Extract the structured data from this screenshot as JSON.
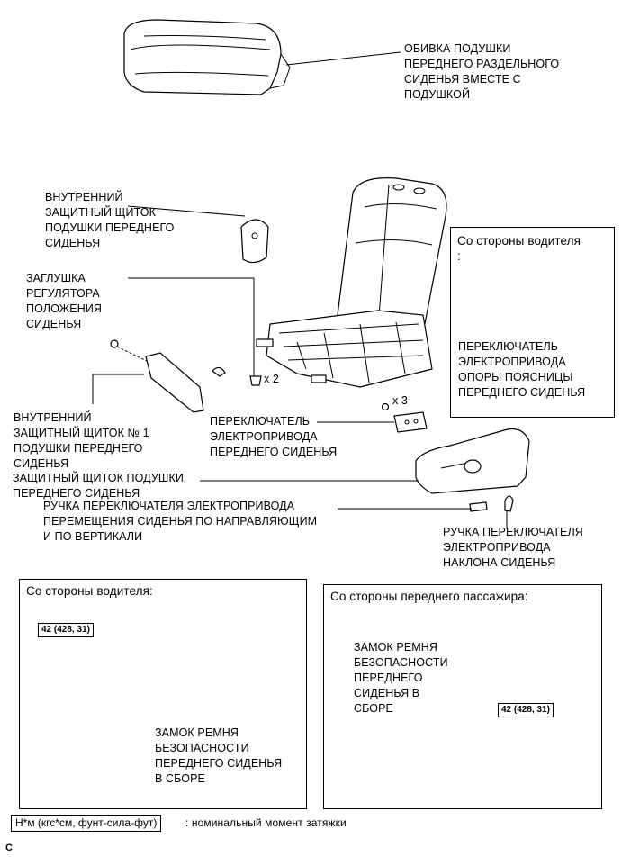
{
  "labels": {
    "seat_cushion_cover": "ОБИВКА ПОДУШКИ\nПЕРЕДНЕГО РАЗДЕЛЬНОГО\nСИДЕНЬЯ ВМЕСТЕ С\nПОДУШКОЙ",
    "inner_shield": "ВНУТРЕННИЙ\nЗАЩИТНЫЙ ЩИТОК\nПОДУШКИ ПЕРЕДНЕГО\nСИДЕНЬЯ",
    "adjuster_cap": "ЗАГЛУШКА\nРЕГУЛЯТОРА\nПОЛОЖЕНИЯ\nСИДЕНЬЯ",
    "inner_shield_no1": "ВНУТРЕННИЙ\nЗАЩИТНЫЙ ЩИТОК № 1\nПОДУШКИ ПЕРЕДНЕГО\nСИДЕНЬЯ",
    "power_seat_switch": "ПЕРЕКЛЮЧАТЕЛЬ\nЭЛЕКТРОПРИВОДА\nПЕРЕДНЕГО СИДЕНЬЯ",
    "cushion_shield": "ЗАЩИТНЫЙ ЩИТОК ПОДУШКИ\nПЕРЕДНЕГО СИДЕНЬЯ",
    "slide_vertical_knob": "РУЧКА ПЕРЕКЛЮЧАТЕЛЯ ЭЛЕКТРОПРИВОДА\nПЕРЕМЕЩЕНИЯ СИДЕНЬЯ ПО НАПРАВЛЯЮЩИМ\nИ ПО ВЕРТИКАЛИ",
    "recline_knob": "РУЧКА ПЕРЕКЛЮЧАТЕЛЯ\nЭЛЕКТРОПРИВОДА\nНАКЛОНА СИДЕНЬЯ",
    "qty_x2": "x 2",
    "qty_x3": "x 3"
  },
  "lumbar_box": {
    "title": "Со стороны водителя\n:",
    "label": "ПЕРЕКЛЮЧАТЕЛЬ\nЭЛЕКТРОПРИВОДА\nОПОРЫ ПОЯСНИЦЫ\nПЕРЕДНЕГО СИДЕНЬЯ"
  },
  "driver_box": {
    "title": "Со стороны водителя:",
    "torque": "42 (428, 31)",
    "label": "ЗАМОК РЕМНЯ\nБЕЗОПАСНОСТИ\nПЕРЕДНЕГО СИДЕНЬЯ\nВ СБОРЕ"
  },
  "passenger_box": {
    "title": "Со стороны переднего пассажира:",
    "torque": "42 (428, 31)",
    "label": "ЗАМОК РЕМНЯ\nБЕЗОПАСНОСТИ\nПЕРЕДНЕГО\nСИДЕНЬЯ В\nСБОРЕ"
  },
  "legend": {
    "unit": "Н*м (кгс*см, фунт-сила-фут)",
    "desc": ": номинальный момент затяжки"
  },
  "footer_code": "C"
}
